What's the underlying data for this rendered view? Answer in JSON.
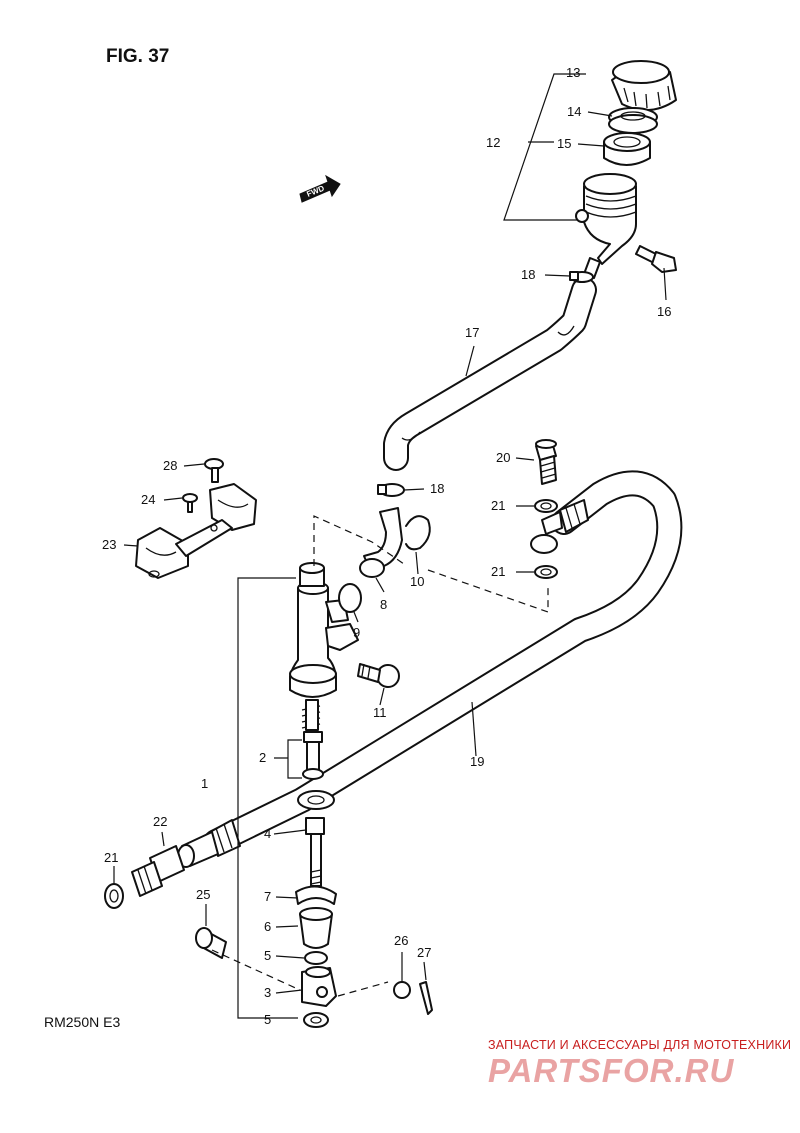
{
  "figure": {
    "title": "FIG. 37"
  },
  "model": {
    "code": "RM250N  E3"
  },
  "direction_marker": {
    "label": "FWD"
  },
  "callouts": {
    "c1": "1",
    "c2": "2",
    "c3": "3",
    "c4": "4",
    "c5a": "5",
    "c5b": "5",
    "c6": "6",
    "c7": "7",
    "c8": "8",
    "c9": "9",
    "c10": "10",
    "c11": "11",
    "c12": "12",
    "c13": "13",
    "c14": "14",
    "c15": "15",
    "c16": "16",
    "c17": "17",
    "c18a": "18",
    "c18b": "18",
    "c19": "19",
    "c20": "20",
    "c21a": "21",
    "c21b": "21",
    "c21c": "21",
    "c22": "22",
    "c23": "23",
    "c24": "24",
    "c25": "25",
    "c26": "26",
    "c27": "27",
    "c28": "28"
  },
  "watermark": {
    "tagline": "ЗАПЧАСТИ И АКСЕССУАРЫ ДЛЯ МОТОТЕХНИКИ",
    "logo": "PARTSFOR.RU",
    "color": "#c81e1e"
  }
}
